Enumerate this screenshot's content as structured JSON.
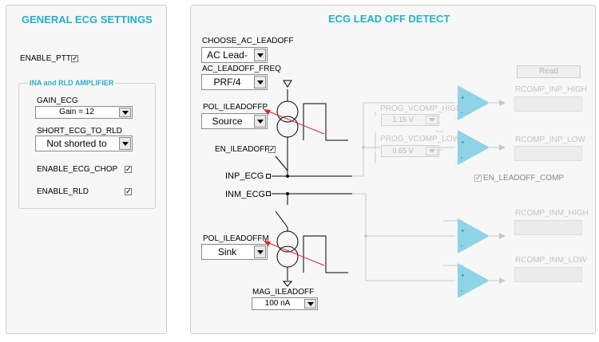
{
  "general": {
    "title": "GENERAL ECG SETTINGS",
    "enable_ptt": {
      "label": "ENABLE_PTT",
      "checked": true
    },
    "ina_group": {
      "title": "INA and RLD AMPLIFIER",
      "gain_label": "GAIN_ECG",
      "gain_value": "Gain = 12",
      "short_label": "SHORT_ECG_TO_RLD",
      "short_value": "Not shorted to",
      "chop": {
        "label": "ENABLE_ECG_CHOP",
        "checked": true
      },
      "rld": {
        "label": "ENABLE_RLD",
        "checked": true
      }
    }
  },
  "leadoff": {
    "title": "ECG LEAD OFF DETECT",
    "choose_label": "CHOOSE_AC_LEADOFF",
    "choose_value": "AC Lead-",
    "freq_label": "AC_LEADOFF_FREQ",
    "freq_value": "PRF/4",
    "pol_p_label": "POL_ILEADOFFP",
    "pol_p_value": "Source",
    "en_ileadoff": {
      "label": "EN_ILEADOFF",
      "checked": true
    },
    "inp_label": "INP_ECG",
    "inm_label": "INM_ECG",
    "pol_m_label": "POL_ILEADOFFM",
    "pol_m_value": "Sink",
    "mag_label": "MAG_ILEADOFF",
    "mag_value": "100 nA",
    "vcomp_high_label": "PROG_VCOMP_HIGH",
    "vcomp_high_value": "1.15 V",
    "vcomp_low_label": "PROG_VCOMP_LOW",
    "vcomp_low_value": "0.65 V",
    "en_leadoff_comp": {
      "label": "EN_LEADOFF_COMP",
      "checked": true
    },
    "read_label": "Read",
    "rcomp_inp_high": "RCOMP_INP_HIGH",
    "rcomp_inp_low": "RCOMP_INP_LOW",
    "rcomp_inm_high": "RCOMP_INM_HIGH",
    "rcomp_inm_low": "RCOMP_INM_LOW",
    "comp_plus": "+",
    "comp_minus": "-",
    "check_glyph": "✓"
  },
  "colors": {
    "accent": "#23b1cc",
    "comparator": "#8fd3e6",
    "arrow": "#e02020"
  }
}
